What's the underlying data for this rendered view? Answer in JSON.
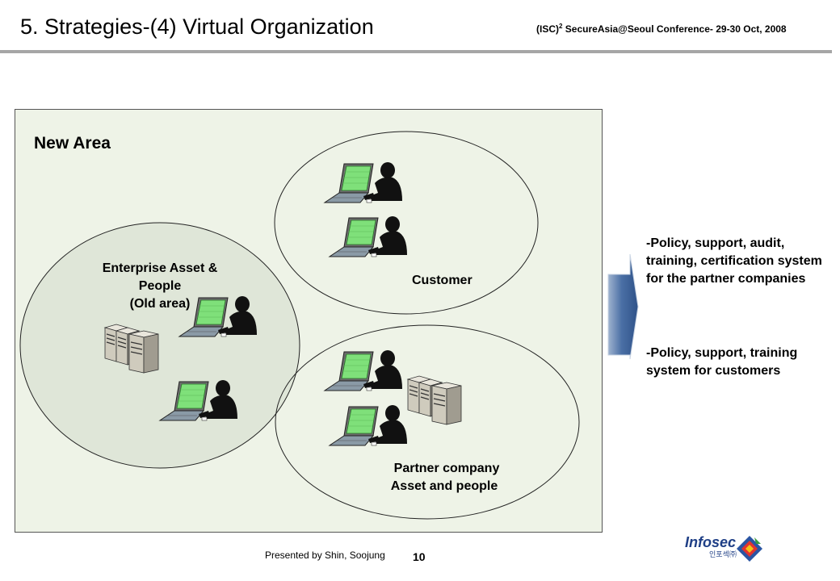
{
  "slide": {
    "title": "5. Strategies-(4) Virtual Organization",
    "conference_prefix": "(ISC)",
    "conference_sup": "2",
    "conference_rest": " SecureAsia@Seoul Conference- 29-30 Oct, 2008"
  },
  "diagram": {
    "new_area_label": "New Area",
    "enterprise_label_lines": [
      "Enterprise Asset &",
      "People",
      "(Old area)"
    ],
    "customer_label": "Customer",
    "partner_label_lines": [
      "Partner company",
      "Asset and people"
    ]
  },
  "notes": {
    "partner_policy": "-Policy, support, audit, training, certification system for the partner companies",
    "customer_policy": "-Policy, support, training system for customers"
  },
  "footer": {
    "presenter": "Presented by Shin, Soojung",
    "page_number": "10",
    "logo_text": "Infosec",
    "logo_sub": "인포섹㈜"
  },
  "colors": {
    "panel_bg": "#eef3e7",
    "enterprise_circle": "#dfe6d8",
    "arrow": "#4a6fa5",
    "separator": "#a6a6a6"
  }
}
